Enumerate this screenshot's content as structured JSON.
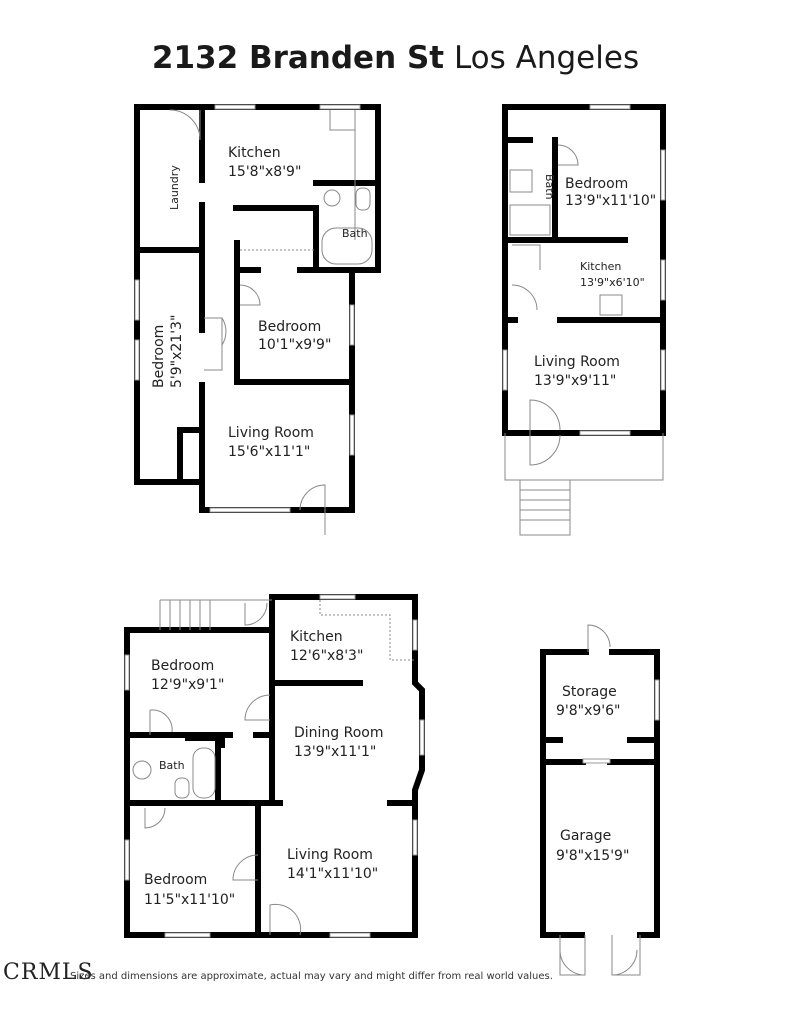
{
  "title": {
    "address": "2132 Branden St",
    "city": "Los Angeles"
  },
  "plans": [
    {
      "rooms": [
        {
          "name": "Kitchen",
          "dims": "15'8\"x8'9\""
        },
        {
          "name": "Laundry"
        },
        {
          "name": "Bath"
        },
        {
          "name": "Bedroom",
          "dims": "5'9\"x21'3\""
        },
        {
          "name": "Bedroom",
          "dims": "10'1\"x9'9\""
        },
        {
          "name": "Living Room",
          "dims": "15'6\"x11'1\""
        }
      ]
    },
    {
      "rooms": [
        {
          "name": "Bath"
        },
        {
          "name": "Bedroom",
          "dims": "13'9\"x11'10\""
        },
        {
          "name": "Kitchen",
          "dims": "13'9\"x6'10\""
        },
        {
          "name": "Living Room",
          "dims": "13'9\"x9'11\""
        }
      ]
    },
    {
      "rooms": [
        {
          "name": "Kitchen",
          "dims": "12'6\"x8'3\""
        },
        {
          "name": "Bedroom",
          "dims": "12'9\"x9'1\""
        },
        {
          "name": "Dining Room",
          "dims": "13'9\"x11'1\""
        },
        {
          "name": "Bath"
        },
        {
          "name": "Living Room",
          "dims": "14'1\"x11'10\""
        },
        {
          "name": "Bedroom",
          "dims": "11'5\"x11'10\""
        }
      ]
    },
    {
      "rooms": [
        {
          "name": "Storage",
          "dims": "9'8\"x9'6\""
        },
        {
          "name": "Garage",
          "dims": "9'8\"x15'9\""
        }
      ]
    }
  ],
  "footer": {
    "disclaimer": "Sizes and dimensions are approximate, actual may vary and might differ from real world values.",
    "logo": "CRMLS"
  }
}
